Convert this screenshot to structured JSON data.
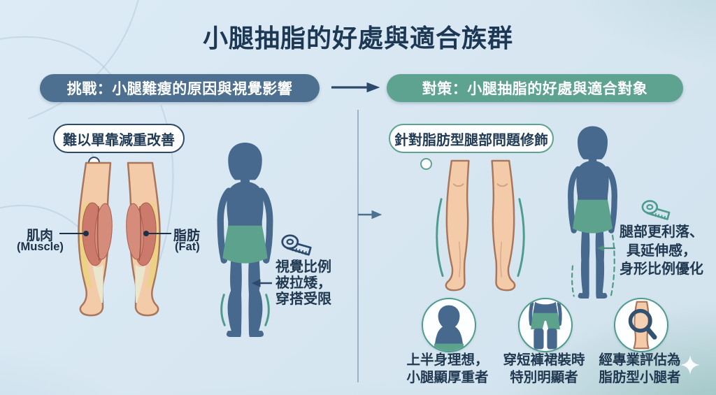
{
  "title": "小腿抽脂的好處與適合族群",
  "left": {
    "header": "挑戰：小腿難瘦的原因與視覺影響",
    "bubble": "難以單靠減重改善",
    "muscle_label": "肌肉",
    "muscle_label_en": "(Muscle)",
    "fat_label": "脂肪",
    "fat_label_en": "(Fat)",
    "tape_icon": "measuring-tape-icon",
    "caption": [
      "視覺比例",
      "被拉矮，",
      "穿搭受限"
    ]
  },
  "right": {
    "header": "對策：小腿抽脂的好處與適合對象",
    "bubble": "針對脂肪型腿部問題修飾",
    "tape_icon": "measuring-tape-icon",
    "caption": [
      "腿部更利落、",
      "具延伸感，",
      "身形比例優化"
    ],
    "candidates": [
      {
        "icon": "upper-body-woman-icon",
        "line1": "上半身理想，",
        "line2": "小腿顯厚重者"
      },
      {
        "icon": "shorts-outfit-icon",
        "line1": "穿短褲裙裝時",
        "line2": "特別明顯者"
      },
      {
        "icon": "magnifier-calf-icon",
        "line1": "經專業評估為",
        "line2": "脂肪型小腿者"
      }
    ]
  },
  "colors": {
    "background": "#d8e6f0",
    "title_navy": "#1d3854",
    "text_navy": "#223c57",
    "challenge_pill": "#4d7090",
    "solution_pill": "#5ea290",
    "teal_accent": "#4d9b8d",
    "arrow_navy": "#2c4a6b",
    "figure_body": "#47698d",
    "figure_skirt": "#5ca28c",
    "skin": "#f3cba9",
    "skin_outline": "#a9765c",
    "muscle": "#cb7a6b",
    "fat_yellow": "#ecd284",
    "tendon": "#e9e6cd",
    "divider": "#8aa2b5",
    "bubble_bg": "#ffffff"
  }
}
